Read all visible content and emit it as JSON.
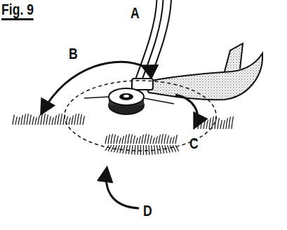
{
  "diagram": {
    "title": "Fig. 9",
    "labels": [
      "A",
      "B",
      "C",
      "D"
    ]
  }
}
